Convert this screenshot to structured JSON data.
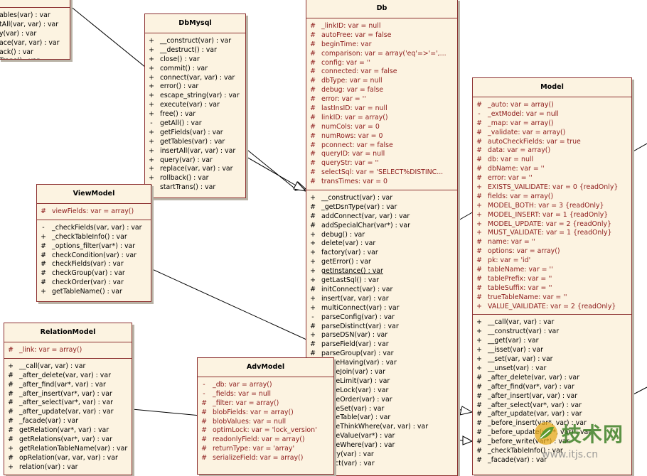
{
  "classes": [
    {
      "id": "partial",
      "name": "",
      "sections": [
        [],
        [
          {
            "v": "",
            "t": "ables(var) : var"
          },
          {
            "v": "",
            "t": "tAll(var, var) : var"
          },
          {
            "v": "",
            "t": "y(var) : var"
          },
          {
            "v": "",
            "t": "ace(var, var) : var"
          },
          {
            "v": "",
            "t": "ack() : var"
          },
          {
            "v": "",
            "t": "Trans() : var"
          }
        ]
      ]
    },
    {
      "id": "dbmysql",
      "name": "DbMysql",
      "sections": [
        [
          {
            "v": "+",
            "t": "__construct(var) : var"
          },
          {
            "v": "+",
            "t": "__destruct() : var"
          },
          {
            "v": "+",
            "t": "close() : var"
          },
          {
            "v": "+",
            "t": "commit() : var"
          },
          {
            "v": "+",
            "t": "connect(var, var) : var"
          },
          {
            "v": "+",
            "t": "error() : var"
          },
          {
            "v": "+",
            "t": "escape_string(var) : var"
          },
          {
            "v": "+",
            "t": "execute(var) : var"
          },
          {
            "v": "+",
            "t": "free() : var"
          },
          {
            "v": "-",
            "t": "getAll() : var"
          },
          {
            "v": "+",
            "t": "getFields(var) : var"
          },
          {
            "v": "+",
            "t": "getTables(var) : var"
          },
          {
            "v": "+",
            "t": "insertAll(var, var) : var"
          },
          {
            "v": "+",
            "t": "query(var) : var"
          },
          {
            "v": "+",
            "t": "replace(var, var) : var"
          },
          {
            "v": "+",
            "t": "rollback() : var"
          },
          {
            "v": "+",
            "t": "startTrans() : var"
          }
        ]
      ]
    },
    {
      "id": "db",
      "name": "Db",
      "sections": [
        [
          {
            "v": "#",
            "t": "_linkID:  var = null",
            "a": true
          },
          {
            "v": "#",
            "t": "autoFree:  var = false",
            "a": true
          },
          {
            "v": "#",
            "t": "beginTime:  var",
            "a": true
          },
          {
            "v": "#",
            "t": "comparison:  var = array('eq'=>'=',...",
            "a": true
          },
          {
            "v": "#",
            "t": "config:  var = ''",
            "a": true
          },
          {
            "v": "#",
            "t": "connected:  var = false",
            "a": true
          },
          {
            "v": "#",
            "t": "dbType:  var = null",
            "a": true
          },
          {
            "v": "#",
            "t": "debug:  var = false",
            "a": true
          },
          {
            "v": "#",
            "t": "error:  var = ''",
            "a": true
          },
          {
            "v": "#",
            "t": "lastInsID:  var = null",
            "a": true
          },
          {
            "v": "#",
            "t": "linkID:  var = array()",
            "a": true
          },
          {
            "v": "#",
            "t": "numCols:  var = 0",
            "a": true
          },
          {
            "v": "#",
            "t": "numRows:  var = 0",
            "a": true
          },
          {
            "v": "#",
            "t": "pconnect:  var = false",
            "a": true
          },
          {
            "v": "#",
            "t": "queryID:  var = null",
            "a": true
          },
          {
            "v": "#",
            "t": "queryStr:  var = ''",
            "a": true
          },
          {
            "v": "#",
            "t": "selectSql:  var = 'SELECT%DISTINC...",
            "a": true
          },
          {
            "v": "#",
            "t": "transTimes:  var = 0",
            "a": true
          }
        ],
        [
          {
            "v": "+",
            "t": "__construct(var) : var"
          },
          {
            "v": "#",
            "t": "_getDsnType(var) : var"
          },
          {
            "v": "#",
            "t": "addConnect(var, var) : var"
          },
          {
            "v": "#",
            "t": "addSpecialChar(var*) : var"
          },
          {
            "v": "+",
            "t": "debug() : var"
          },
          {
            "v": "+",
            "t": "delete(var) : var"
          },
          {
            "v": "+",
            "t": "factory(var) : var"
          },
          {
            "v": "+",
            "t": "getError() : var"
          },
          {
            "v": "+",
            "t": "getInstance() : var",
            "u": true
          },
          {
            "v": "+",
            "t": "getLastSql() : var"
          },
          {
            "v": "#",
            "t": "initConnect(var) : var"
          },
          {
            "v": "+",
            "t": "insert(var, var) : var"
          },
          {
            "v": "+",
            "t": "multiConnect(var) : var"
          },
          {
            "v": "-",
            "t": "parseConfig(var) : var"
          },
          {
            "v": "#",
            "t": "parseDistinct(var) : var"
          },
          {
            "v": "+",
            "t": "parseDSN(var) : var"
          },
          {
            "v": "#",
            "t": "parseField(var) : var"
          },
          {
            "v": "#",
            "t": "parseGroup(var) : var"
          },
          {
            "v": "#",
            "t": "parseHaving(var) : var"
          },
          {
            "v": "#",
            "t": "parseJoin(var) : var"
          },
          {
            "v": "#",
            "t": "parseLimit(var) : var"
          },
          {
            "v": "#",
            "t": "parseLock(var) : var"
          },
          {
            "v": "#",
            "t": "parseOrder(var) : var"
          },
          {
            "v": "#",
            "t": "parseSet(var) : var"
          },
          {
            "v": "#",
            "t": "parseTable(var) : var"
          },
          {
            "v": "#",
            "t": "parseThinkWhere(var, var) : var"
          },
          {
            "v": "#",
            "t": "parseValue(var*) : var"
          },
          {
            "v": "#",
            "t": "parseWhere(var) : var"
          },
          {
            "v": "+",
            "t": "query(var) : var"
          },
          {
            "v": "+",
            "t": "select(var) : var"
          }
        ]
      ]
    },
    {
      "id": "viewmodel",
      "name": "ViewModel",
      "sections": [
        [
          {
            "v": "#",
            "t": "viewFields:  var = array()",
            "a": true
          }
        ],
        [
          {
            "v": "-",
            "t": "_checkFields(var, var) : var"
          },
          {
            "v": "+",
            "t": "_checkTableInfo() : var"
          },
          {
            "v": "#",
            "t": "_options_filter(var*) : var"
          },
          {
            "v": "#",
            "t": "checkCondition(var) : var"
          },
          {
            "v": "#",
            "t": "checkFields(var) : var"
          },
          {
            "v": "#",
            "t": "checkGroup(var) : var"
          },
          {
            "v": "#",
            "t": "checkOrder(var) : var"
          },
          {
            "v": "+",
            "t": "getTableName() : var"
          }
        ]
      ]
    },
    {
      "id": "model",
      "name": "Model",
      "sections": [
        [
          {
            "v": "#",
            "t": "_auto:  var = array()",
            "a": true
          },
          {
            "v": "-",
            "t": "_extModel:  var = null",
            "a": true
          },
          {
            "v": "#",
            "t": "_map:  var = array()",
            "a": true
          },
          {
            "v": "#",
            "t": "_validate:  var = array()",
            "a": true
          },
          {
            "v": "#",
            "t": "autoCheckFields:  var = true",
            "a": true
          },
          {
            "v": "#",
            "t": "data:  var = array()",
            "a": true
          },
          {
            "v": "#",
            "t": "db:  var = null",
            "a": true
          },
          {
            "v": "#",
            "t": "dbName:  var = ''",
            "a": true
          },
          {
            "v": "#",
            "t": "error:  var = ''",
            "a": true
          },
          {
            "v": "+",
            "t": "EXISTS_VAILIDATE:  var = 0 {readOnly}",
            "a": true
          },
          {
            "v": "#",
            "t": "fields:  var = array()",
            "a": true
          },
          {
            "v": "+",
            "t": "MODEL_BOTH:  var = 3 {readOnly}",
            "a": true
          },
          {
            "v": "+",
            "t": "MODEL_INSERT:  var = 1 {readOnly}",
            "a": true
          },
          {
            "v": "+",
            "t": "MODEL_UPDATE:  var = 2 {readOnly}",
            "a": true
          },
          {
            "v": "+",
            "t": "MUST_VALIDATE:  var = 1 {readOnly}",
            "a": true
          },
          {
            "v": "#",
            "t": "name:  var = ''",
            "a": true
          },
          {
            "v": "#",
            "t": "options:  var = array()",
            "a": true
          },
          {
            "v": "#",
            "t": "pk:  var = 'id'",
            "a": true
          },
          {
            "v": "#",
            "t": "tableName:  var = ''",
            "a": true
          },
          {
            "v": "#",
            "t": "tablePrefix:  var = ''",
            "a": true
          },
          {
            "v": "#",
            "t": "tableSuffix:  var = ''",
            "a": true
          },
          {
            "v": "#",
            "t": "trueTableName:  var = ''",
            "a": true
          },
          {
            "v": "+",
            "t": "VALUE_VAILIDATE:  var = 2 {readOnly}",
            "a": true
          }
        ],
        [
          {
            "v": "+",
            "t": "__call(var, var) : var"
          },
          {
            "v": "+",
            "t": "__construct(var) : var"
          },
          {
            "v": "+",
            "t": "__get(var) : var"
          },
          {
            "v": "+",
            "t": "__isset(var) : var"
          },
          {
            "v": "+",
            "t": "__set(var, var) : var"
          },
          {
            "v": "+",
            "t": "__unset(var) : var"
          },
          {
            "v": "#",
            "t": "_after_delete(var, var) : var"
          },
          {
            "v": "#",
            "t": "_after_find(var*, var) : var"
          },
          {
            "v": "#",
            "t": "_after_insert(var, var) : var"
          },
          {
            "v": "#",
            "t": "_after_select(var*, var) : var"
          },
          {
            "v": "#",
            "t": "_after_update(var, var) : var"
          },
          {
            "v": "#",
            "t": "_before_insert(var*, var) : var"
          },
          {
            "v": "#",
            "t": "_before_update(var*, var) : var"
          },
          {
            "v": "#",
            "t": "_before_write(var*) : var"
          },
          {
            "v": "#",
            "t": "_checkTableInfo() : var"
          },
          {
            "v": "#",
            "t": "_facade(var) : var"
          }
        ]
      ]
    },
    {
      "id": "relationmodel",
      "name": "RelationModel",
      "sections": [
        [
          {
            "v": "#",
            "t": "_link:  var = array()",
            "a": true
          }
        ],
        [
          {
            "v": "+",
            "t": "__call(var, var) : var"
          },
          {
            "v": "#",
            "t": "_after_delete(var, var) : var"
          },
          {
            "v": "#",
            "t": "_after_find(var*, var) : var"
          },
          {
            "v": "#",
            "t": "_after_insert(var*, var) : var"
          },
          {
            "v": "#",
            "t": "_after_select(var*, var) : var"
          },
          {
            "v": "#",
            "t": "_after_update(var, var) : var"
          },
          {
            "v": "#",
            "t": "_facade(var) : var"
          },
          {
            "v": "#",
            "t": "getRelation(var*, var) : var"
          },
          {
            "v": "#",
            "t": "getRelations(var*, var) : var"
          },
          {
            "v": "+",
            "t": "getRelationTableName(var) : var"
          },
          {
            "v": "#",
            "t": "opRelation(var, var, var) : var"
          },
          {
            "v": "+",
            "t": "relation(var) : var"
          }
        ]
      ]
    },
    {
      "id": "advmodel",
      "name": "AdvModel",
      "sections": [
        [
          {
            "v": "-",
            "t": "_db:  var = array()",
            "a": true
          },
          {
            "v": "-",
            "t": "_fields:  var = null",
            "a": true
          },
          {
            "v": "#",
            "t": "_filter:  var = array()",
            "a": true
          },
          {
            "v": "#",
            "t": "blobFields:  var = array()",
            "a": true
          },
          {
            "v": "#",
            "t": "blobValues:  var = null",
            "a": true
          },
          {
            "v": "#",
            "t": "optimLock:  var = 'lock_version'",
            "a": true
          },
          {
            "v": "#",
            "t": "readonlyField:  var = array()",
            "a": true
          },
          {
            "v": "#",
            "t": "returnType:  var = 'array'",
            "a": true
          },
          {
            "v": "#",
            "t": "serializeField:  var = array()",
            "a": true
          }
        ]
      ]
    }
  ],
  "watermark": {
    "brand": "技术网",
    "url": "www.itjs.cn",
    "color": "#3e8028"
  },
  "colors": {
    "box_fill": "#fcf3e1",
    "box_border": "#8c2f2f",
    "attr_text": "#8c1a1a",
    "shadow": "#b9b3a6"
  }
}
